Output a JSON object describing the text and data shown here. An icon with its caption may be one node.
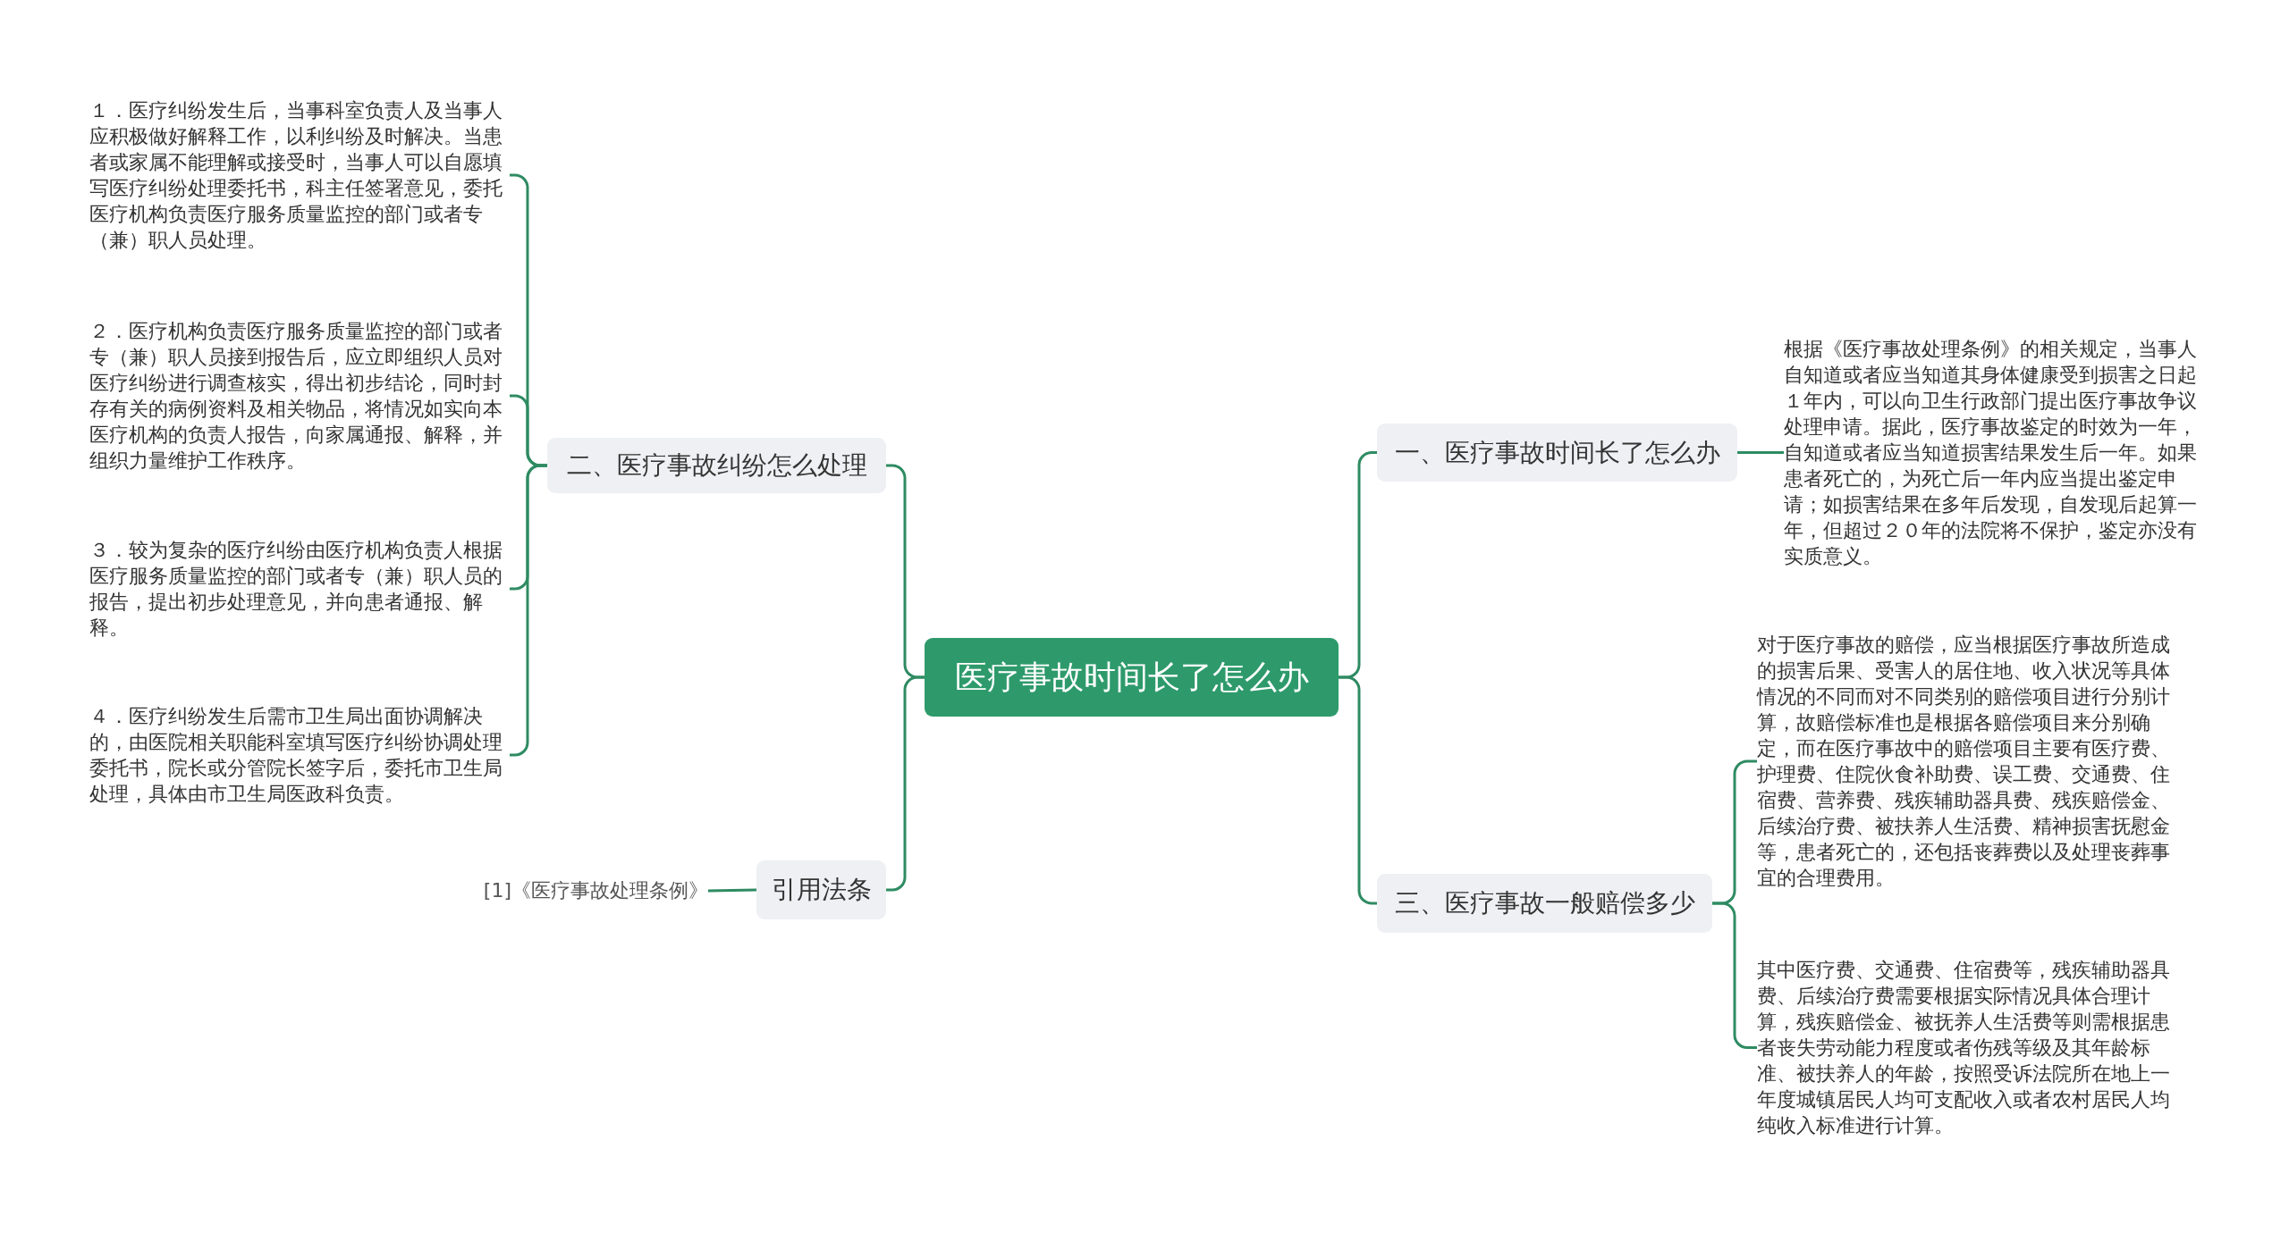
{
  "diagram": {
    "nodes": [
      {
        "text": [
          "医疗事故时间长了怎么办"
        ]
      },
      {
        "text": [
          "二、医疗事故纠纷怎么处理"
        ]
      },
      {
        "text": [
          "１．医疗纠纷发生后，当事科室负责人及当事人应积极做好解释工作，以利纠纷及时解决。当患者或家属不能理解或接受时，当事人可以自愿填写医疗纠纷处理委托书，科主任签署意见，委托医疗机构负责医疗服务质量监控的部门或者专（兼）职人员处理。"
        ]
      },
      {
        "text": [
          "２．医疗机构负责医疗服务质量监控的部门或者专（兼）职人员接到报告后，应立即组织人员对医疗纠纷进行调查核实，得出初步结论，同时封存有关的病例资料及相关物品，将情况如实向本医疗机构的负责人报告，向家属通报、解释，并组织力量维护工作秩序。"
        ]
      },
      {
        "text": [
          "３．较为复杂的医疗纠纷由医疗机构负责人根据医疗服务质量监控的部门或者专（兼）职人员的报告，提出初步处理意见，并向患者通报、解释。"
        ]
      },
      {
        "text": [
          "４．医疗纠纷发生后需市卫生局出面协调解决的，由医院相关职能科室填写医疗纠纷协调处理委托书，院长或分管院长签字后，委托市卫生局处理，具体由市卫生局医政科负责。"
        ]
      },
      {
        "text": [
          "引用法条"
        ]
      },
      {
        "text": [
          "[1]《医疗事故处理条例》"
        ]
      },
      {
        "text": [
          "一、医疗事故时间长了怎么办"
        ]
      },
      {
        "text": [
          "根据《医疗事故处理条例》的相关规定，当事人自知道或者应当知道其身体健康受到损害之日起１年内，可以向卫生行政部门提出医疗事故争议处理申请。据此，医疗事故鉴定的时效为一年，自知道或者应当知道损害结果发生后一年。如果患者死亡的，为死亡后一年内应当提出鉴定申请；如损害结果在多年后发现，自发现后起算一年，但超过２０年的法院将不保护，鉴定亦没有实质意义。"
        ]
      },
      {
        "text": [
          "三、医疗事故一般赔偿多少"
        ]
      },
      {
        "text": [
          "对于医疗事故的赔偿，应当根据医疗事故所造成的损害后果、受害人的居住地、收入状况等具体情况的不同而对不同类别的赔偿项目进行分别计算，故赔偿标准也是根据各赔偿项目来分别确定，而在医疗事故中的赔偿项目主要有医疗费、护理费、住院伙食补助费、误工费、交通费、住宿费、营养费、残疾辅助器具费、残疾赔偿金、后续治疗费、被扶养人生活费、精神损害抚慰金等，患者死亡的，还包括丧葬费以及处理丧葬事宜的合理费用。"
        ]
      },
      {
        "text": [
          "其中医疗费、交通费、住宿费等，残疾辅助器具费、后续治疗费需要根据实际情况具体合理计算，残疾赔偿金、被抚养人生活费等则需根据患者丧失劳动能力程度或者伤残等级及其年龄标准、被扶养人的年龄，按照受诉法院所在地上一年度城镇居民人均可支配收入或者农村居民人均纯收入标准进行计算。"
        ]
      }
    ],
    "edges": [
      {
        "from": 0,
        "to": 1,
        "arrow": "none"
      },
      {
        "from": 0,
        "to": 6,
        "arrow": "none"
      },
      {
        "from": 0,
        "to": 8,
        "arrow": "none"
      },
      {
        "from": 0,
        "to": 10,
        "arrow": "none"
      },
      {
        "from": 1,
        "to": 2,
        "arrow": "none"
      },
      {
        "from": 1,
        "to": 3,
        "arrow": "none"
      },
      {
        "from": 1,
        "to": 4,
        "arrow": "none"
      },
      {
        "from": 1,
        "to": 5,
        "arrow": "none"
      },
      {
        "from": 6,
        "to": 7,
        "arrow": "none"
      },
      {
        "from": 8,
        "to": 9,
        "arrow": "none"
      },
      {
        "from": 10,
        "to": 11,
        "arrow": "none"
      },
      {
        "from": 10,
        "to": 12,
        "arrow": "none"
      }
    ]
  }
}
